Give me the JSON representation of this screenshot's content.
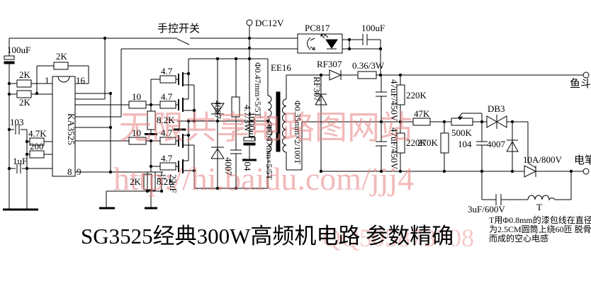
{
  "title": "SG3525经典300W高频机电路 参数精确",
  "watermark": {
    "row1": "无限共享电路图网站",
    "row2": "http://hi.baidu.com/jjj4",
    "row3": "QQ505873708",
    "color": "#e88282"
  },
  "note": {
    "line1": "T用Φ0.8mm的漆包线在直径",
    "line2": "为2.5CM圆筒上绕60匝 脱骨",
    "line3": "而成的空心电感"
  },
  "labels": {
    "cap_in": "100uF",
    "r_fb": "2K",
    "r_in1": "2K",
    "r_in2": "2K",
    "c103": "103",
    "r47k_left": "4.7K",
    "r200": "200",
    "c1uf": "1uF",
    "ic": "KA3525",
    "pin1": "1",
    "pin16": "16",
    "pin8": "8",
    "pin9": "9",
    "r10a": "10",
    "r10b": "10",
    "rg1": "4.7",
    "rg2": "4.7",
    "rg3": "4.7",
    "rg4": "4.7",
    "r82a": "8.2K",
    "r82b": "8.2K",
    "r2k_comp": "2K",
    "c22uf": "22uF",
    "d4007a": "4007",
    "d4007b": "4007",
    "r473w": "4.7/3W",
    "c104a": "104",
    "c1000": "1000uF",
    "wind1": "Φ0.47mm×5/5T",
    "wind2": "Φ0.47mm×5/5T",
    "core": "EE16",
    "wind3": "Φ0.35mm×2/100T",
    "d_rf1": "RF307",
    "d_rf2": "RF307",
    "r036": "0.36/3W",
    "c47a": "47uF/450V",
    "c47b": "47uF/450V",
    "opto": "PC817",
    "c100b": "100uF",
    "r220a": "220K",
    "r220b": "220K",
    "r47k": "47K",
    "r270k": "270K",
    "r500k": "500K",
    "db3": "DB3",
    "c104b": "104",
    "d4007c": "4007",
    "scr": "10A/800V",
    "c3uf": "3uF/600V",
    "t": "T",
    "dc12v": "DC12V",
    "fish": "鱼斗",
    "pen": "电笔",
    "sw": "手控开关"
  }
}
